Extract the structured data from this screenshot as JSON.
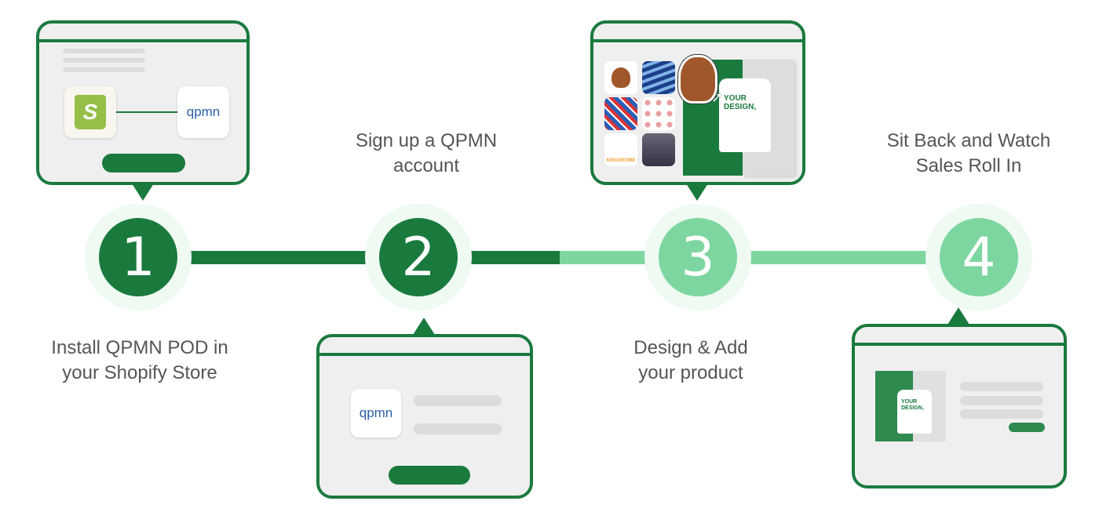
{
  "colors": {
    "dark_green": "#1a7a3e",
    "light_green": "#7dd6a0",
    "halo": "#eefaf2",
    "text": "#555555"
  },
  "steps": [
    {
      "number": "1",
      "label_line1": "Install QPMN POD in",
      "label_line2": "your Shopify Store"
    },
    {
      "number": "2",
      "label_line1": "Sign up a QPMN",
      "label_line2": "account"
    },
    {
      "number": "3",
      "label_line1": "Design & Add",
      "label_line2": "your product"
    },
    {
      "number": "4",
      "label_line1": "Sit Back and Watch",
      "label_line2": "Sales Roll In"
    }
  ],
  "logos": {
    "shopify": "S",
    "qpmn": "qpmn"
  },
  "design_text": "YOUR DESIGN,",
  "tile_brand": "KINGSROME"
}
